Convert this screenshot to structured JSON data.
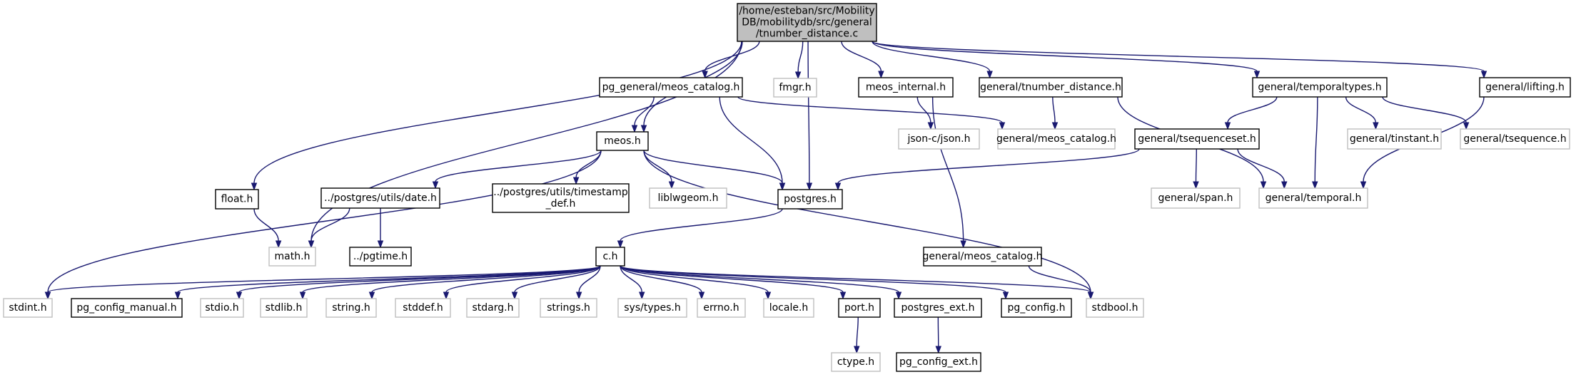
{
  "graph": {
    "nodes": [
      {
        "id": "root",
        "lines": [
          "/home/esteban/src/Mobility",
          "DB/mobilitydb/src/general",
          "/tnumber_distance.c"
        ],
        "style": "main"
      },
      {
        "id": "float_h",
        "lines": [
          "float.h"
        ],
        "style": "std"
      },
      {
        "id": "math_h",
        "lines": [
          "math.h"
        ],
        "style": "ext"
      },
      {
        "id": "meos_h",
        "lines": [
          "meos.h"
        ],
        "style": "std"
      },
      {
        "id": "pg_general_meos_catalog_h",
        "lines": [
          "pg_general/meos_catalog.h"
        ],
        "style": "std"
      },
      {
        "id": "fmgr_h",
        "lines": [
          "fmgr.h"
        ],
        "style": "ext"
      },
      {
        "id": "meos_internal_h",
        "lines": [
          "meos_internal.h"
        ],
        "style": "std"
      },
      {
        "id": "general_tnumber_distance_h",
        "lines": [
          "general/tnumber_distance.h"
        ],
        "style": "std"
      },
      {
        "id": "general_temporaltypes_h",
        "lines": [
          "general/temporaltypes.h"
        ],
        "style": "std"
      },
      {
        "id": "general_lifting_h",
        "lines": [
          "general/lifting.h"
        ],
        "style": "std"
      },
      {
        "id": "general_meos_catalog_h_a",
        "lines": [
          "general/meos_catalog.h"
        ],
        "style": "ext"
      },
      {
        "id": "json_h",
        "lines": [
          "json-c/json.h"
        ],
        "style": "ext"
      },
      {
        "id": "general_tsequenceset_h",
        "lines": [
          "general/tsequenceset.h"
        ],
        "style": "std"
      },
      {
        "id": "general_tinstant_h",
        "lines": [
          "general/tinstant.h"
        ],
        "style": "ext"
      },
      {
        "id": "general_tsequence_h",
        "lines": [
          "general/tsequence.h"
        ],
        "style": "ext"
      },
      {
        "id": "pg_utils_date_h",
        "lines": [
          "../postgres/utils/date.h"
        ],
        "style": "std"
      },
      {
        "id": "pg_utils_timestamp_h",
        "lines": [
          "../postgres/utils/timestamp",
          "_def.h"
        ],
        "style": "std"
      },
      {
        "id": "liblwgeom_h",
        "lines": [
          "liblwgeom.h"
        ],
        "style": "ext"
      },
      {
        "id": "postgres_h",
        "lines": [
          "postgres.h"
        ],
        "style": "std"
      },
      {
        "id": "general_span_h",
        "lines": [
          "general/span.h"
        ],
        "style": "ext"
      },
      {
        "id": "general_temporal_h",
        "lines": [
          "general/temporal.h"
        ],
        "style": "ext"
      },
      {
        "id": "pgtime_h",
        "lines": [
          "../pgtime.h"
        ],
        "style": "std"
      },
      {
        "id": "general_meos_catalog_h_b",
        "lines": [
          "general/meos_catalog.h"
        ],
        "style": "std"
      },
      {
        "id": "c_h",
        "lines": [
          "c.h"
        ],
        "style": "std"
      },
      {
        "id": "stdint_h",
        "lines": [
          "stdint.h"
        ],
        "style": "ext"
      },
      {
        "id": "pg_config_manual_h",
        "lines": [
          "pg_config_manual.h"
        ],
        "style": "std"
      },
      {
        "id": "stdio_h",
        "lines": [
          "stdio.h"
        ],
        "style": "ext"
      },
      {
        "id": "stdlib_h",
        "lines": [
          "stdlib.h"
        ],
        "style": "ext"
      },
      {
        "id": "string_h",
        "lines": [
          "string.h"
        ],
        "style": "ext"
      },
      {
        "id": "stddef_h",
        "lines": [
          "stddef.h"
        ],
        "style": "ext"
      },
      {
        "id": "stdarg_h",
        "lines": [
          "stdarg.h"
        ],
        "style": "ext"
      },
      {
        "id": "strings_h",
        "lines": [
          "strings.h"
        ],
        "style": "ext"
      },
      {
        "id": "sys_types_h",
        "lines": [
          "sys/types.h"
        ],
        "style": "ext"
      },
      {
        "id": "errno_h",
        "lines": [
          "errno.h"
        ],
        "style": "ext"
      },
      {
        "id": "locale_h",
        "lines": [
          "locale.h"
        ],
        "style": "ext"
      },
      {
        "id": "port_h",
        "lines": [
          "port.h"
        ],
        "style": "std"
      },
      {
        "id": "postgres_ext_h",
        "lines": [
          "postgres_ext.h"
        ],
        "style": "std"
      },
      {
        "id": "pg_config_h",
        "lines": [
          "pg_config.h"
        ],
        "style": "std"
      },
      {
        "id": "stdbool_h",
        "lines": [
          "stdbool.h"
        ],
        "style": "ext"
      },
      {
        "id": "ctype_h",
        "lines": [
          "ctype.h"
        ],
        "style": "ext"
      },
      {
        "id": "pg_config_ext_h",
        "lines": [
          "pg_config_ext.h"
        ],
        "style": "std"
      }
    ],
    "edges": [
      [
        "root",
        "float_h"
      ],
      [
        "root",
        "math_h"
      ],
      [
        "root",
        "meos_h"
      ],
      [
        "root",
        "pg_general_meos_catalog_h"
      ],
      [
        "root",
        "fmgr_h"
      ],
      [
        "root",
        "postgres_h"
      ],
      [
        "root",
        "meos_internal_h"
      ],
      [
        "root",
        "general_tnumber_distance_h"
      ],
      [
        "root",
        "general_temporaltypes_h"
      ],
      [
        "root",
        "general_lifting_h"
      ],
      [
        "float_h",
        "math_h"
      ],
      [
        "pg_general_meos_catalog_h",
        "meos_h"
      ],
      [
        "pg_general_meos_catalog_h",
        "postgres_h"
      ],
      [
        "pg_general_meos_catalog_h",
        "general_meos_catalog_h_a"
      ],
      [
        "meos_internal_h",
        "json_h"
      ],
      [
        "meos_internal_h",
        "general_meos_catalog_h_b"
      ],
      [
        "general_tnumber_distance_h",
        "general_meos_catalog_h_a"
      ],
      [
        "general_tnumber_distance_h",
        "general_temporal_h"
      ],
      [
        "general_temporaltypes_h",
        "general_tsequenceset_h"
      ],
      [
        "general_temporaltypes_h",
        "general_tinstant_h"
      ],
      [
        "general_temporaltypes_h",
        "general_tsequence_h"
      ],
      [
        "general_temporaltypes_h",
        "general_temporal_h"
      ],
      [
        "general_lifting_h",
        "general_temporal_h"
      ],
      [
        "meos_h",
        "pg_utils_date_h"
      ],
      [
        "meos_h",
        "pg_utils_timestamp_h"
      ],
      [
        "meos_h",
        "liblwgeom_h"
      ],
      [
        "meos_h",
        "postgres_h"
      ],
      [
        "meos_h",
        "stdbool_h"
      ],
      [
        "meos_h",
        "stdint_h"
      ],
      [
        "general_tsequenceset_h",
        "postgres_h"
      ],
      [
        "general_tsequenceset_h",
        "general_span_h"
      ],
      [
        "general_tsequenceset_h",
        "general_temporal_h"
      ],
      [
        "pg_utils_date_h",
        "math_h"
      ],
      [
        "pg_utils_date_h",
        "pgtime_h"
      ],
      [
        "postgres_h",
        "c_h"
      ],
      [
        "general_meos_catalog_h_b",
        "stdbool_h"
      ],
      [
        "c_h",
        "stdint_h"
      ],
      [
        "c_h",
        "pg_config_manual_h"
      ],
      [
        "c_h",
        "stdio_h"
      ],
      [
        "c_h",
        "stdlib_h"
      ],
      [
        "c_h",
        "string_h"
      ],
      [
        "c_h",
        "stddef_h"
      ],
      [
        "c_h",
        "stdarg_h"
      ],
      [
        "c_h",
        "strings_h"
      ],
      [
        "c_h",
        "sys_types_h"
      ],
      [
        "c_h",
        "errno_h"
      ],
      [
        "c_h",
        "locale_h"
      ],
      [
        "c_h",
        "port_h"
      ],
      [
        "c_h",
        "postgres_ext_h"
      ],
      [
        "c_h",
        "pg_config_h"
      ],
      [
        "c_h",
        "stdbool_h"
      ],
      [
        "port_h",
        "ctype_h"
      ],
      [
        "postgres_ext_h",
        "pg_config_ext_h"
      ]
    ]
  }
}
